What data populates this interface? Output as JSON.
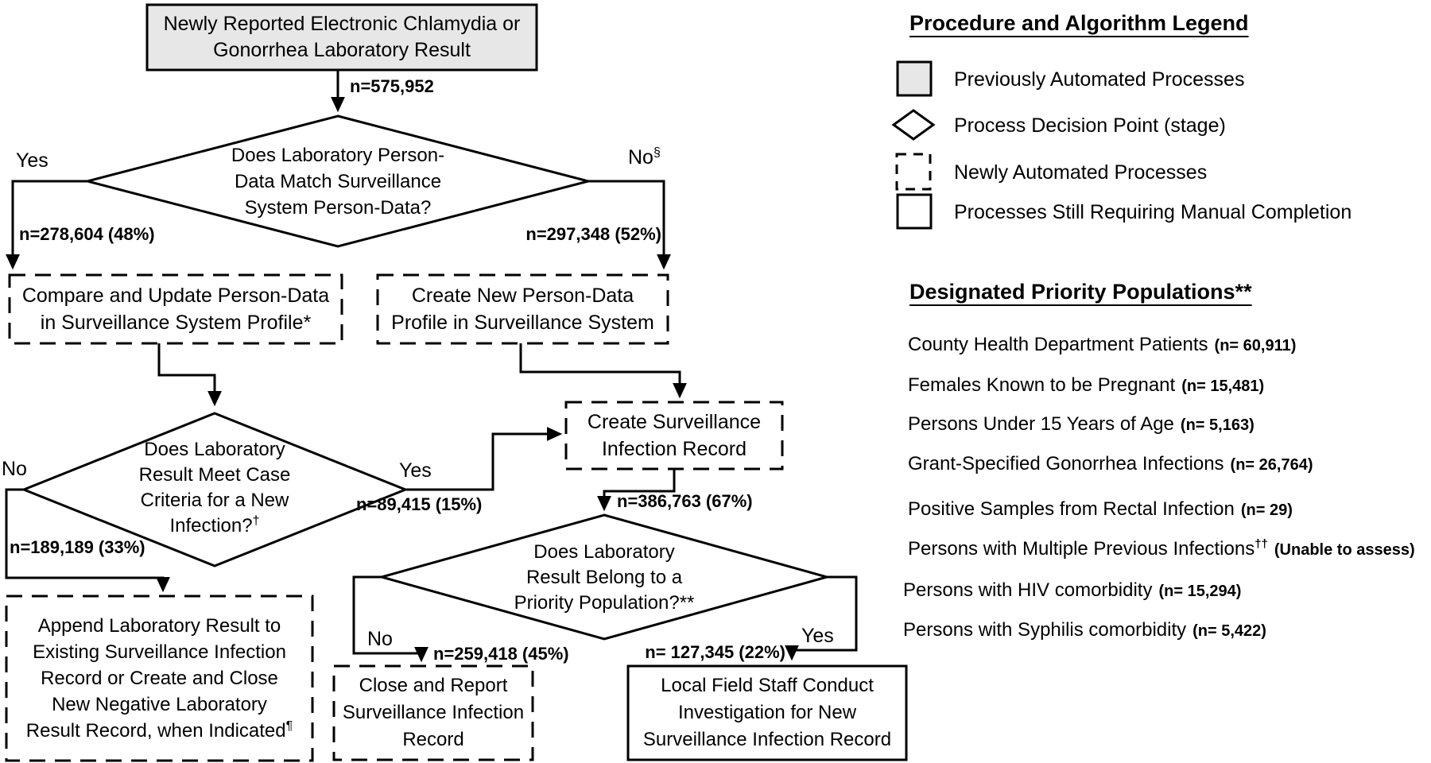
{
  "figure": {
    "start_box": {
      "line1": "Newly Reported Electronic Chlamydia or",
      "line2": "Gonorrhea Laboratory Result"
    },
    "counts": {
      "total": "n=575,952",
      "match_yes": "n=278,604 (48%)",
      "match_no": "n=297,348 (52%)",
      "case_yes": "n=89,415 (15%)",
      "case_no": "n=189,189 (33%)",
      "record": "n=386,763 (67%)",
      "priority_no": "n=259,418 (45%)",
      "priority_yes": "n= 127,345 (22%)"
    },
    "branches": {
      "yes1": "Yes",
      "no1": "No",
      "no1_sup": "§",
      "no2": "No",
      "yes2": "Yes",
      "no3": "No",
      "yes3": "Yes"
    },
    "decisions": {
      "d1": {
        "l1": "Does Laboratory Person-",
        "l2": "Data Match Surveillance",
        "l3": "System Person-Data?"
      },
      "d2": {
        "l1": "Does Laboratory",
        "l2": "Result Meet Case",
        "l3": "Criteria for a New",
        "l4": "Infection?",
        "l4_sup": "†"
      },
      "d3": {
        "l1": "Does Laboratory",
        "l2": "Result Belong to a",
        "l3": "Priority Population?**"
      }
    },
    "boxes": {
      "compare": {
        "l1": "Compare and Update Person-Data",
        "l2": "in Surveillance System Profile*"
      },
      "create_profile": {
        "l1": "Create New Person-Data",
        "l2": "Profile in Surveillance System"
      },
      "create_record": {
        "l1": "Create Surveillance",
        "l2": "Infection Record"
      },
      "append": {
        "l1": "Append Laboratory Result to",
        "l2": "Existing Surveillance Infection",
        "l3": "Record or Create and Close",
        "l4": "New Negative Laboratory",
        "l5": "Result Record, when Indicated",
        "l5_sup": "¶"
      },
      "close_report": {
        "l1": "Close and Report",
        "l2": "Surveillance Infection",
        "l3": "Record"
      },
      "investigate": {
        "l1": "Local Field Staff Conduct",
        "l2": "Investigation for New",
        "l3": "Surveillance Infection Record"
      }
    }
  },
  "legend": {
    "title": "Procedure and Algorithm Legend",
    "items": [
      {
        "icon": "gray-filled-square",
        "label": "Previously Automated Processes"
      },
      {
        "icon": "diamond-outline",
        "label": "Process Decision Point (stage)"
      },
      {
        "icon": "dashed-square",
        "label": "Newly Automated Processes"
      },
      {
        "icon": "solid-square",
        "label": "Processes Still Requiring Manual Completion"
      }
    ]
  },
  "priority": {
    "title": "Designated Priority Populations**",
    "items": [
      {
        "name": "County Health Department Patients",
        "n": "(n= 60,911)"
      },
      {
        "name": "Females Known to be Pregnant",
        "n": "(n= 15,481)"
      },
      {
        "name": "Persons Under 15 Years of Age",
        "n": "(n= 5,163)"
      },
      {
        "name": "Grant-Specified Gonorrhea Infections",
        "n": "(n= 26,764)"
      },
      {
        "name": "Positive Samples from Rectal Infection",
        "n": "(n= 29)"
      },
      {
        "name": "Persons with Multiple Previous Infections",
        "sup": "††",
        "n": "(Unable to assess)"
      },
      {
        "name": "Persons with HIV comorbidity",
        "n": "(n= 15,294)"
      },
      {
        "name": "Persons with Syphilis comorbidity",
        "n": "(n= 5,422)"
      }
    ]
  },
  "colors": {
    "previously_automated_fill": "#e7e7e7",
    "stroke": "#000000",
    "background": "#ffffff"
  }
}
